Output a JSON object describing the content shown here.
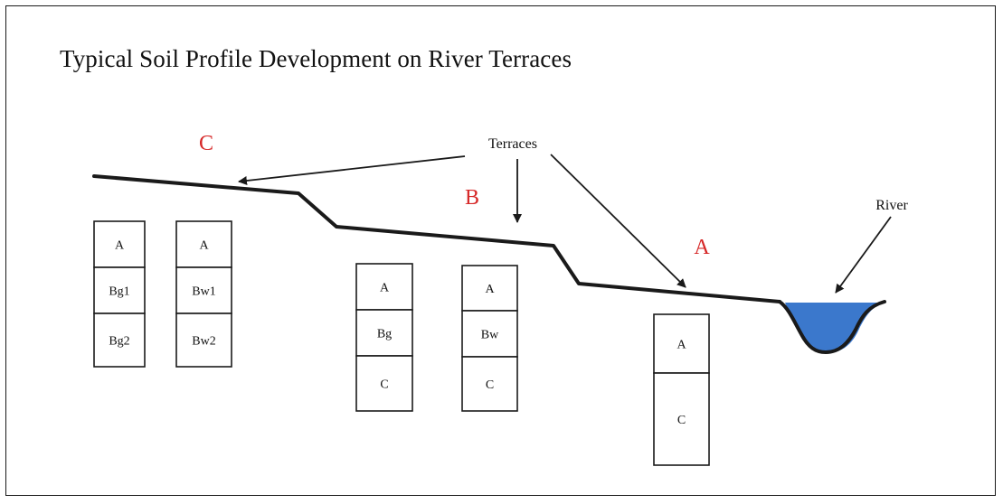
{
  "title": "Typical Soil Profile Development on River Terraces",
  "colors": {
    "terrace_label": "#d62828",
    "water": "#3b78cc",
    "line": "#1a1a1a"
  },
  "labels": {
    "terraces": "Terraces",
    "river": "River"
  },
  "terraces": [
    {
      "id": "C",
      "label": "C",
      "profiles": [
        {
          "horizons": [
            "A",
            "Bg1",
            "Bg2"
          ]
        },
        {
          "horizons": [
            "A",
            "Bw1",
            "Bw2"
          ]
        }
      ]
    },
    {
      "id": "B",
      "label": "B",
      "profiles": [
        {
          "horizons": [
            "A",
            "Bg",
            "C"
          ]
        },
        {
          "horizons": [
            "A",
            "Bw",
            "C"
          ]
        }
      ]
    },
    {
      "id": "A",
      "label": "A",
      "profiles": [
        {
          "horizons": [
            "A",
            "C"
          ]
        }
      ]
    }
  ]
}
